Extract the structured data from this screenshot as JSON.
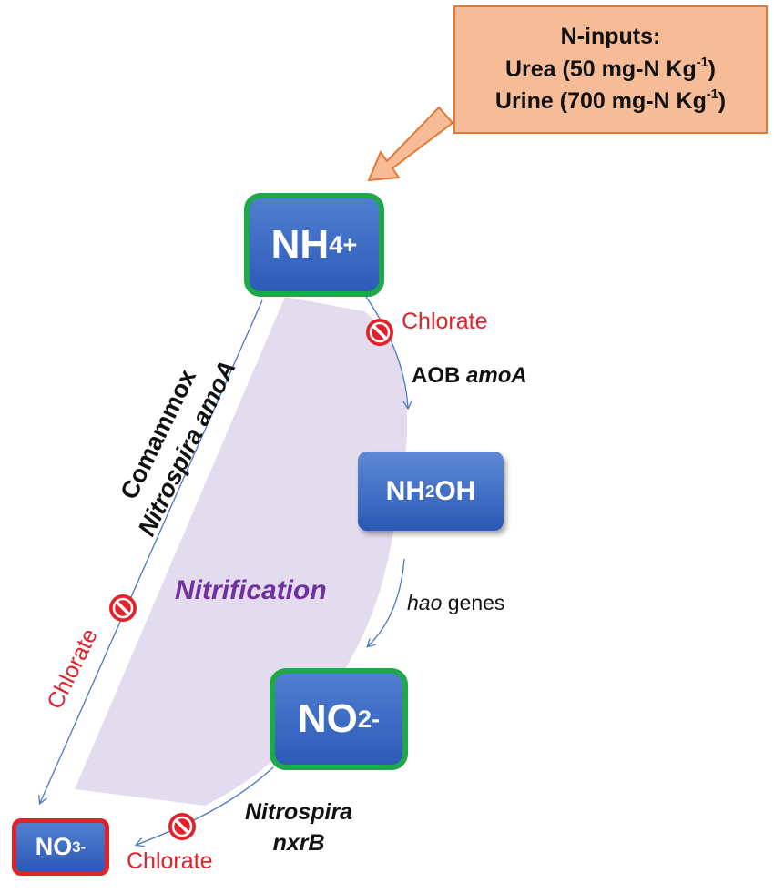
{
  "ninputs": {
    "heading": "N-inputs:",
    "urea": "Urea (50 mg-N Kg",
    "urine": "Urine (700 mg-N Kg",
    "exponent": "-1",
    "close": ")"
  },
  "nodes": {
    "nh4": {
      "base": "NH",
      "sub": "4",
      "sup": "+"
    },
    "nh2oh": {
      "base": "NH",
      "sub": "2",
      "tail": "OH"
    },
    "no2": {
      "base": "NO",
      "sub": "2",
      "sup": "-"
    },
    "no3": {
      "base": "NO",
      "sub": "3",
      "sup": "-"
    }
  },
  "labels": {
    "chlorate": "Chlorate",
    "aob": "AOB",
    "amoa": "amoA",
    "hao": "hao",
    "genes": "genes",
    "nitrification": "Nitrification",
    "nitrospira": "Nitrospira",
    "nxrb": "nxrB",
    "comammox": "Comammox",
    "nitrospira_amoa": "Nitrospira amoA"
  },
  "colors": {
    "region": "#e3dcef",
    "arrow": "#4a78c0",
    "inhibit": "#e3212b",
    "input_fill": "#f6bc97",
    "input_border": "#e07a35",
    "nitrification": "#7030a0"
  }
}
